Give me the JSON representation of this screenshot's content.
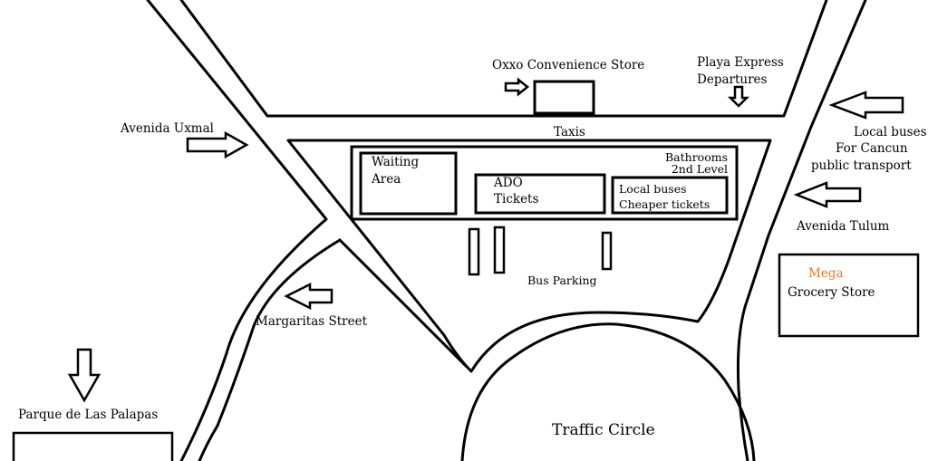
{
  "map": {
    "landmarks": {
      "oxxo": "Oxxo Convenience Store",
      "playa_line1": "Playa Express",
      "playa_line2": "Departures",
      "taxis": "Taxis",
      "av_uxmal": "Avenida Uxmal",
      "local_line1": "Local buses",
      "local_line2": "For Cancun",
      "local_line3": "public transport",
      "av_tulum": "Avenida Tulum",
      "margaritas": "Margaritas Street",
      "parque": "Parque de Las Palapas",
      "bus_parking": "Bus Parking",
      "traffic_circle": "Traffic Circle"
    },
    "terminal": {
      "waiting_line1": "Waiting",
      "waiting_line2": "Area",
      "ado_line1": "ADO",
      "ado_line2": "Tickets",
      "bath_line1": "Bathrooms",
      "bath_line2": "2nd Level",
      "localbus_line1": "Local buses",
      "localbus_line2": "Cheaper tickets"
    },
    "mega": {
      "brand": "Mega",
      "label": "Grocery Store",
      "brand_color": "#e07b2a"
    }
  }
}
